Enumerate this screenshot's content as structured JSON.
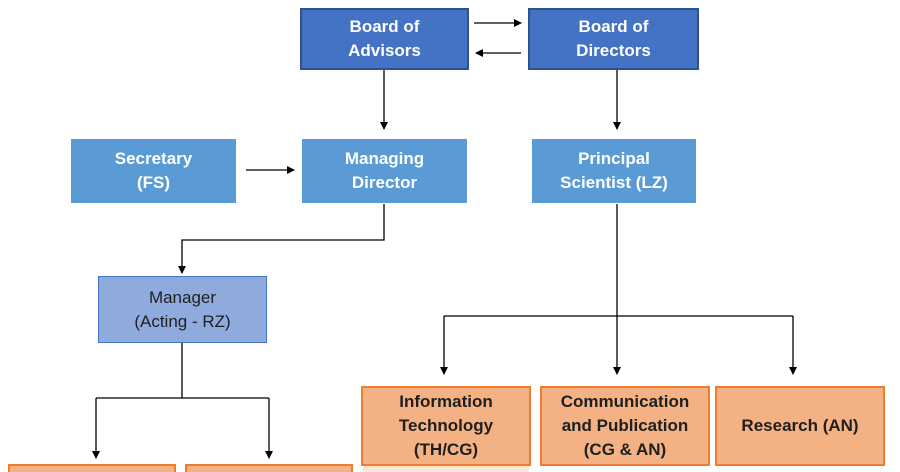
{
  "nodes": {
    "board_of_advisors": "Board of\nAdvisors",
    "board_of_directors": "Board of\nDirectors",
    "secretary": "Secretary\n(FS)",
    "managing_director": "Managing\nDirector",
    "principal_scientist": "Principal\nScientist (LZ)",
    "manager": "Manager\n(Acting - RZ)",
    "information_technology": "Information\nTechnology\n(TH/CG)",
    "communication_publication": "Communication\nand Publication\n(CG & AN)",
    "research": "Research (AN)"
  },
  "colors": {
    "board": "#4472c4",
    "staff": "#5b9bd5",
    "manager": "#8faadc",
    "department": "#f4b183",
    "department_border": "#ed7d31",
    "connector": "#000000"
  }
}
